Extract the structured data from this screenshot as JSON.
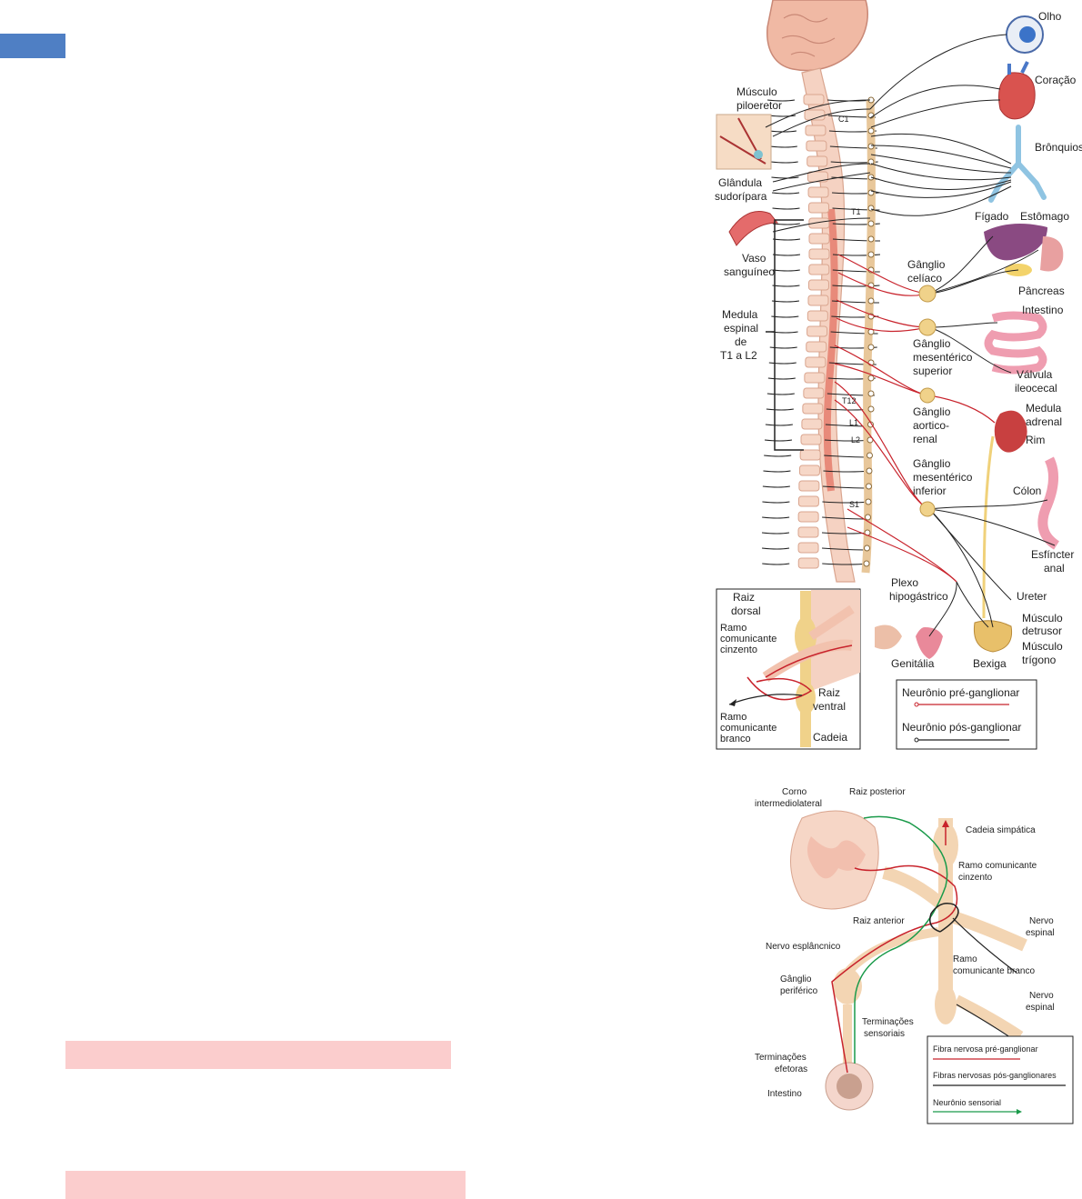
{
  "figure_top": {
    "labels": {
      "olho": "Olho",
      "coracao": "Coração",
      "bronquios": "Brônquios",
      "figado": "Fígado",
      "estomago": "Estômago",
      "pancreas": "Pâncreas",
      "intestino": "Intestino",
      "valvula": [
        "Válvula",
        "ileocecal"
      ],
      "medula_adrenal": [
        "Medula",
        "adrenal"
      ],
      "rim": "Rim",
      "colon": "Cólon",
      "esfincter": [
        "Esfíncter",
        "anal"
      ],
      "ureter": "Ureter",
      "detrusor": [
        "Músculo",
        "detrusor"
      ],
      "trigono": [
        "Músculo",
        "trígono"
      ],
      "bexiga": "Bexiga",
      "genitalia": "Genitália",
      "plexo": [
        "Plexo",
        "hipogástrico"
      ],
      "celiaco": [
        "Gânglio",
        "celíaco"
      ],
      "mes_sup": [
        "Gânglio",
        "mesentérico",
        "superior"
      ],
      "aortico": [
        "Gânglio",
        "aortico-",
        "renal"
      ],
      "mes_inf": [
        "Gânglio",
        "mesentérico",
        "inferior"
      ],
      "piloeretor": [
        "Músculo",
        "piloeretor"
      ],
      "glandula": [
        "Glândula",
        "sudorípara"
      ],
      "vaso": [
        "Vaso",
        "sanguíneo"
      ],
      "medula": [
        "Medula",
        "espinal",
        "de",
        "T1 a L2"
      ],
      "c1": "C1",
      "t1": "T1",
      "t12": "T12",
      "l1": "L1",
      "l2": "L2",
      "s1": "S1",
      "raiz_dorsal": [
        "Raiz",
        "dorsal"
      ],
      "ramo_cinzento": [
        "Ramo",
        "comunicante",
        "cinzento"
      ],
      "raiz_ventral": [
        "Raiz",
        "ventral"
      ],
      "ramo_branco": [
        "Ramo",
        "comunicante",
        "branco"
      ],
      "cadeia": "Cadeia"
    },
    "legend": {
      "pre": "Neurônio pré-ganglionar",
      "pos": "Neurônio pós-ganglionar"
    },
    "colors": {
      "pre": "#c8232c",
      "pos": "#222222"
    }
  },
  "figure_bottom": {
    "labels": {
      "corno": [
        "Corno",
        "intermediolateral"
      ],
      "raiz_posterior": "Raiz posterior",
      "cadeia_simpatica": "Cadeia simpática",
      "ramo_cinzento": [
        "Ramo comunicante",
        "cinzento"
      ],
      "raiz_anterior": "Raiz anterior",
      "nervo_espinal_1": [
        "Nervo",
        "espinal"
      ],
      "nervo_esplancnico": "Nervo esplâncnico",
      "ramo_branco": [
        "Ramo",
        "comunicante branco"
      ],
      "ganglio_periferico": [
        "Gânglio",
        "periférico"
      ],
      "nervo_espinal_2": [
        "Nervo",
        "espinal"
      ],
      "terminacoes_sensoriais": [
        "Terminações",
        "sensoriais"
      ],
      "terminacoes_efetoras": [
        "Terminações",
        "efetoras"
      ],
      "intestino": "Intestino"
    },
    "legend": {
      "pre": "Fibra nervosa pré-ganglionar",
      "pos": "Fibras nervosas pós-ganglionares",
      "sens": "Neurônio sensorial"
    },
    "colors": {
      "pre": "#c8232c",
      "pos": "#222222",
      "sens": "#1a9a4a"
    }
  }
}
